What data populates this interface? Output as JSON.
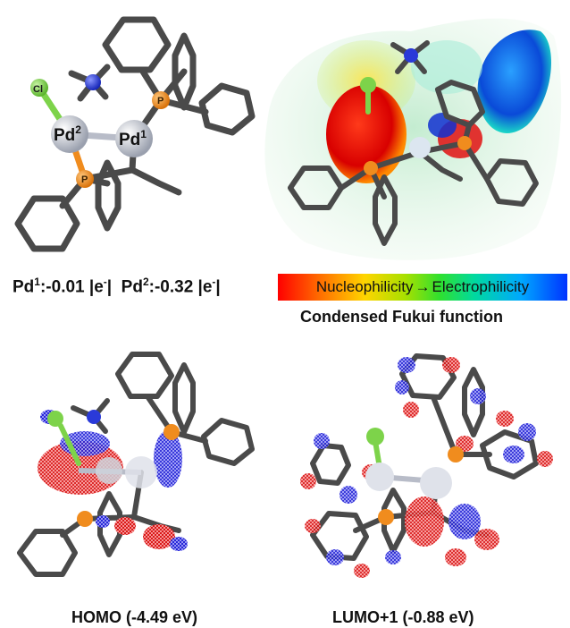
{
  "structure": {
    "atom_labels": {
      "cl": "Cl",
      "pd2": "Pd",
      "pd2_sup": "2",
      "pd1": "Pd",
      "pd1_sup": "1",
      "p": "P"
    }
  },
  "charges": {
    "pd1_label": "Pd",
    "pd1_sup": "1",
    "pd1_value": ":-0.01 |e",
    "pd1_unit_sup": "-",
    "pd1_close": "|",
    "pd2_label": "Pd",
    "pd2_sup": "2",
    "pd2_value": ":-0.32 |e",
    "pd2_unit_sup": "-",
    "pd2_close": "|"
  },
  "colorbar": {
    "left_label": "Nucleophilicity",
    "arrow": "→",
    "right_label": "Electrophilicity",
    "colors": [
      "#ff0000",
      "#ffd500",
      "#2fe02f",
      "#00a8ff",
      "#0033ff"
    ]
  },
  "captions": {
    "fukui": "Condensed Fukui function",
    "homo": "HOMO (-4.49 eV)",
    "lumo": "LUMO+1 (-0.88 eV)"
  },
  "colors": {
    "bond": "#4a4a4a",
    "pd": "#b8bcc8",
    "p": "#f08c1e",
    "cl": "#7dd34a",
    "n": "#2a3ad8",
    "lobe_red": "#d40000",
    "lobe_blue": "#1010d0"
  }
}
